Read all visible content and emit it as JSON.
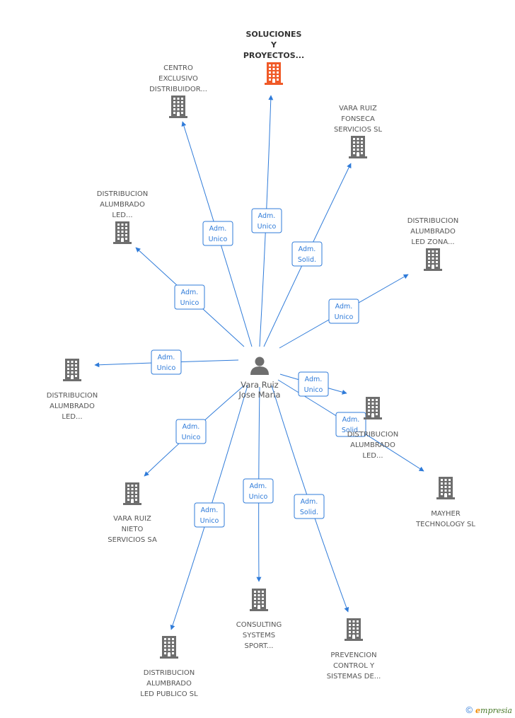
{
  "colors": {
    "edge": "#2f7bd9",
    "building": "#6e6e6e",
    "building_highlight": "#f05a28",
    "person": "#6e6e6e"
  },
  "person": {
    "name_lines": [
      "Vara Ruiz",
      "Jose Maria"
    ],
    "icon": "person-icon"
  },
  "companies": [
    {
      "id": "soluciones",
      "lines": [
        "SOLUCIONES",
        "Y",
        "PROYECTOS..."
      ],
      "highlight": true,
      "icon": "building-icon"
    },
    {
      "id": "centro-exclusivo",
      "lines": [
        "CENTRO",
        "EXCLUSIVO",
        "DISTRIBUIDOR..."
      ],
      "icon": "building-icon"
    },
    {
      "id": "vara-ruiz-fonseca",
      "lines": [
        "VARA RUIZ",
        "FONSECA",
        "SERVICIOS SL"
      ],
      "icon": "building-icon"
    },
    {
      "id": "distribucion-led-1",
      "lines": [
        "DISTRIBUCION",
        "ALUMBRADO",
        "LED..."
      ],
      "icon": "building-icon"
    },
    {
      "id": "distribucion-zona",
      "lines": [
        "DISTRIBUCION",
        "ALUMBRADO",
        "LED ZONA..."
      ],
      "icon": "building-icon"
    },
    {
      "id": "distribucion-led-2",
      "lines": [
        "DISTRIBUCION",
        "ALUMBRADO",
        "LED..."
      ],
      "icon": "building-icon"
    },
    {
      "id": "distribucion-led-3",
      "lines": [
        "DISTRIBUCION",
        "ALUMBRADO",
        "LED..."
      ],
      "icon": "building-icon"
    },
    {
      "id": "mayher",
      "lines": [
        "MAYHER",
        "TECHNOLOGY SL"
      ],
      "icon": "building-icon"
    },
    {
      "id": "vara-ruiz-nieto",
      "lines": [
        "VARA RUIZ",
        "NIETO",
        "SERVICIOS SA"
      ],
      "icon": "building-icon"
    },
    {
      "id": "consulting",
      "lines": [
        "CONSULTING",
        "SYSTEMS",
        "SPORT..."
      ],
      "icon": "building-icon"
    },
    {
      "id": "prevencion",
      "lines": [
        "PREVENCION",
        "CONTROL Y",
        "SISTEMAS DE..."
      ],
      "icon": "building-icon"
    },
    {
      "id": "distribucion-publico",
      "lines": [
        "DISTRIBUCION",
        "ALUMBRADO",
        "LED PUBLICO SL"
      ],
      "icon": "building-icon"
    }
  ],
  "relations": [
    {
      "to": "soluciones",
      "lines": [
        "Adm.",
        "Unico"
      ]
    },
    {
      "to": "centro-exclusivo",
      "lines": [
        "Adm.",
        "Unico"
      ]
    },
    {
      "to": "vara-ruiz-fonseca",
      "lines": [
        "Adm.",
        "Solid."
      ]
    },
    {
      "to": "distribucion-led-1",
      "lines": [
        "Adm.",
        "Unico"
      ]
    },
    {
      "to": "distribucion-zona",
      "lines": [
        "Adm.",
        "Unico"
      ]
    },
    {
      "to": "distribucion-led-2",
      "lines": [
        "Adm.",
        "Unico"
      ]
    },
    {
      "to": "distribucion-led-3",
      "lines": [
        "Adm.",
        "Unico"
      ]
    },
    {
      "to": "mayher",
      "lines": [
        "Adm.",
        "Solid."
      ]
    },
    {
      "to": "vara-ruiz-nieto",
      "lines": [
        "Adm.",
        "Unico"
      ]
    },
    {
      "to": "distribucion-publico",
      "lines": [
        "Adm.",
        "Unico"
      ]
    },
    {
      "to": "consulting",
      "lines": [
        "Adm.",
        "Unico"
      ]
    },
    {
      "to": "prevencion",
      "lines": [
        "Adm.",
        "Solid."
      ]
    }
  ],
  "footer": {
    "copyright": "©",
    "brand_initial": "e",
    "brand_rest": "mpresia"
  }
}
